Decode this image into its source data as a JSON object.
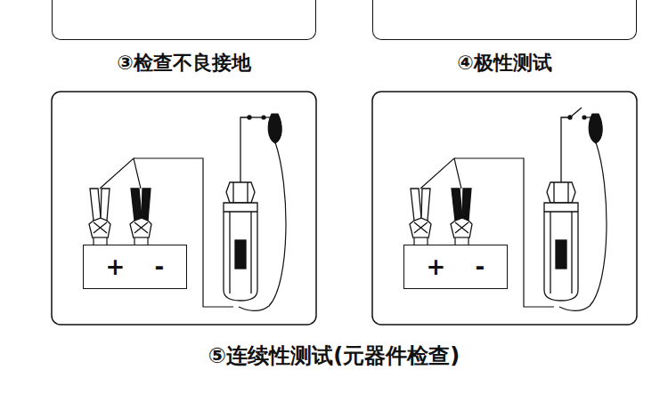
{
  "diagram": {
    "caption": "⑤连续性测试(元器件检查)",
    "nodes": [
      {
        "text": [
          "③检查不良接地"
        ]
      },
      {
        "text": [
          "④极性测试"
        ]
      },
      {
        "text": [
          "+",
          "-"
        ]
      },
      {
        "text": [
          "+",
          "-"
        ]
      }
    ]
  }
}
